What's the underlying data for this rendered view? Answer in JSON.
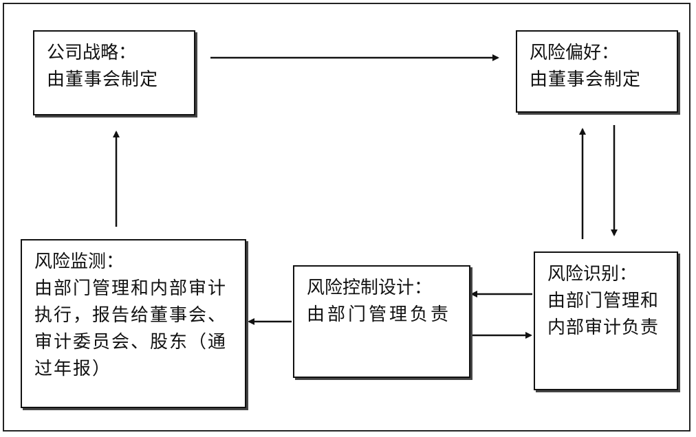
{
  "diagram": {
    "nodes": {
      "strategy": {
        "title": "公司战略：",
        "body": "由董事会制定"
      },
      "appetite": {
        "title": "风险偏好：",
        "body": "由董事会制定"
      },
      "identify": {
        "title": "风险识别：",
        "body": "由部门管理和内部审计负责"
      },
      "control": {
        "title": "风险控制设计：",
        "body": "由部门管理负责"
      },
      "monitor": {
        "title": "风险监测：",
        "body": "由部门管理和内部审计执行，报告给董事会、审计委员会、股东（通过年报）"
      }
    },
    "edges": [
      {
        "from": "strategy",
        "to": "appetite"
      },
      {
        "from": "appetite",
        "to": "identify"
      },
      {
        "from": "identify",
        "to": "appetite"
      },
      {
        "from": "identify",
        "to": "control"
      },
      {
        "from": "control",
        "to": "identify"
      },
      {
        "from": "control",
        "to": "monitor"
      },
      {
        "from": "monitor",
        "to": "strategy"
      }
    ]
  }
}
